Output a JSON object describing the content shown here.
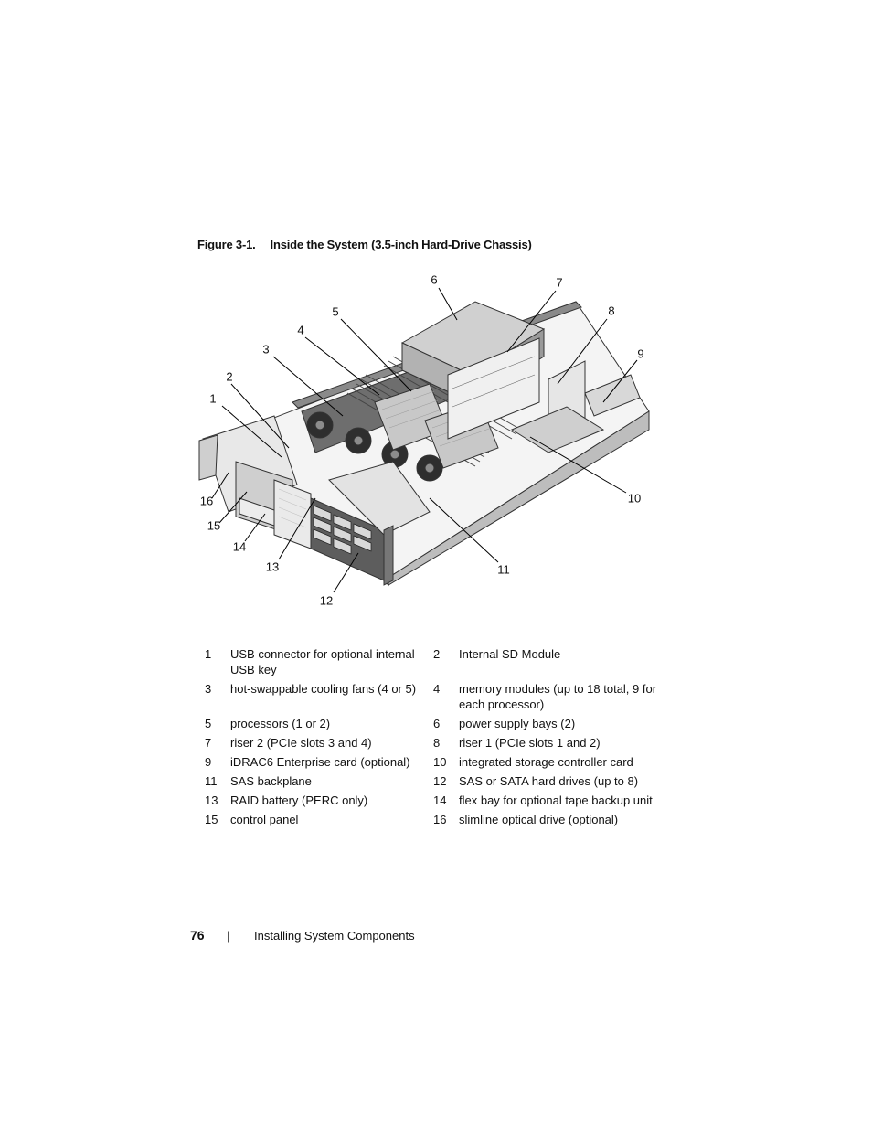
{
  "figure": {
    "label": "Figure 3-1.",
    "title": "Inside the System (3.5-inch Hard-Drive Chassis)",
    "callouts": [
      "1",
      "2",
      "3",
      "4",
      "5",
      "6",
      "7",
      "8",
      "9",
      "10",
      "11",
      "12",
      "13",
      "14",
      "15",
      "16"
    ]
  },
  "legend": [
    {
      "left_num": "1",
      "left_text": "USB connector for optional internal USB key",
      "right_num": "2",
      "right_text": "Internal SD Module"
    },
    {
      "left_num": "3",
      "left_text": "hot-swappable cooling fans (4 or 5)",
      "right_num": "4",
      "right_text": "memory modules (up to 18 total, 9 for each processor)"
    },
    {
      "left_num": "5",
      "left_text": "processors (1 or 2)",
      "right_num": "6",
      "right_text": "power supply bays (2)"
    },
    {
      "left_num": "7",
      "left_text": "riser 2 (PCIe slots 3 and 4)",
      "right_num": "8",
      "right_text": "riser 1 (PCIe slots 1 and 2)"
    },
    {
      "left_num": "9",
      "left_text": "iDRAC6 Enterprise card (optional)",
      "right_num": "10",
      "right_text": "integrated storage controller card"
    },
    {
      "left_num": "11",
      "left_text": "SAS backplane",
      "right_num": "12",
      "right_text": "SAS or SATA hard drives (up to 8)"
    },
    {
      "left_num": "13",
      "left_text": "RAID battery (PERC only)",
      "right_num": "14",
      "right_text": "flex bay for optional tape backup unit"
    },
    {
      "left_num": "15",
      "left_text": "control panel",
      "right_num": "16",
      "right_text": "slimline optical drive (optional)"
    }
  ],
  "footer": {
    "page_number": "76",
    "separator": "|",
    "section": "Installing System Components"
  }
}
